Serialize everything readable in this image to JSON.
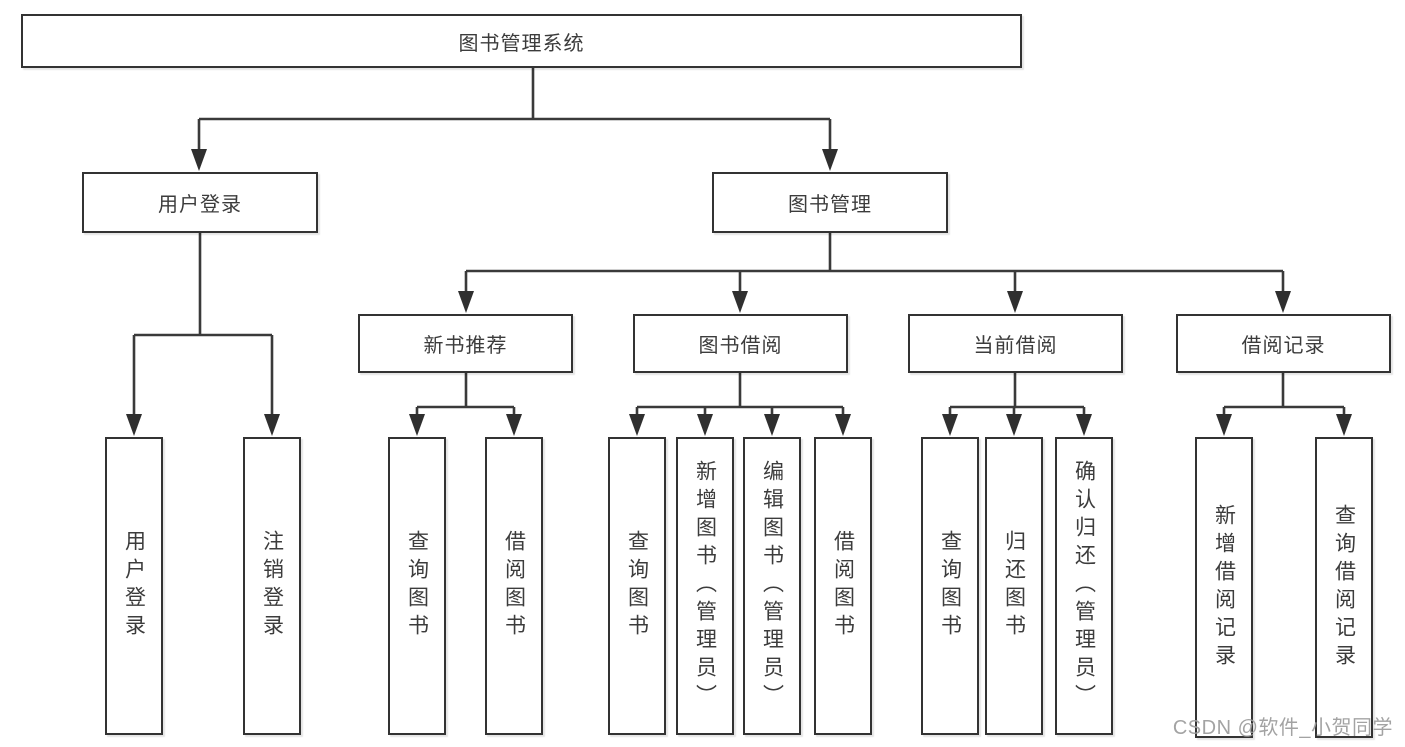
{
  "diagram": {
    "type": "hierarchy-tree",
    "watermark": "CSDN @软件_小贺同学",
    "colors": {
      "background": "#ffffff",
      "line": "#3a3a3a",
      "arrow": "#2f2f2f",
      "box_border": "#333333",
      "box_fill": "#ffffff",
      "text": "#3c3c3c",
      "watermark": "#9c9c9c"
    },
    "tree": {
      "label": "图书管理系统",
      "children": [
        {
          "label": "用户登录",
          "children": [
            {
              "label": "用户登录"
            },
            {
              "label": "注销登录"
            }
          ]
        },
        {
          "label": "图书管理",
          "children": [
            {
              "label": "新书推荐",
              "children": [
                {
                  "label": "查询图书"
                },
                {
                  "label": "借阅图书"
                }
              ]
            },
            {
              "label": "图书借阅",
              "children": [
                {
                  "label": "查询图书"
                },
                {
                  "label": "新增图书（管理员）"
                },
                {
                  "label": "编辑图书（管理员）"
                },
                {
                  "label": "借阅图书"
                }
              ]
            },
            {
              "label": "当前借阅",
              "children": [
                {
                  "label": "查询图书"
                },
                {
                  "label": "归还图书"
                },
                {
                  "label": "确认归还（管理员）"
                }
              ]
            },
            {
              "label": "借阅记录",
              "children": [
                {
                  "label": "新增借阅记录"
                },
                {
                  "label": "查询借阅记录"
                }
              ]
            }
          ]
        }
      ]
    }
  }
}
